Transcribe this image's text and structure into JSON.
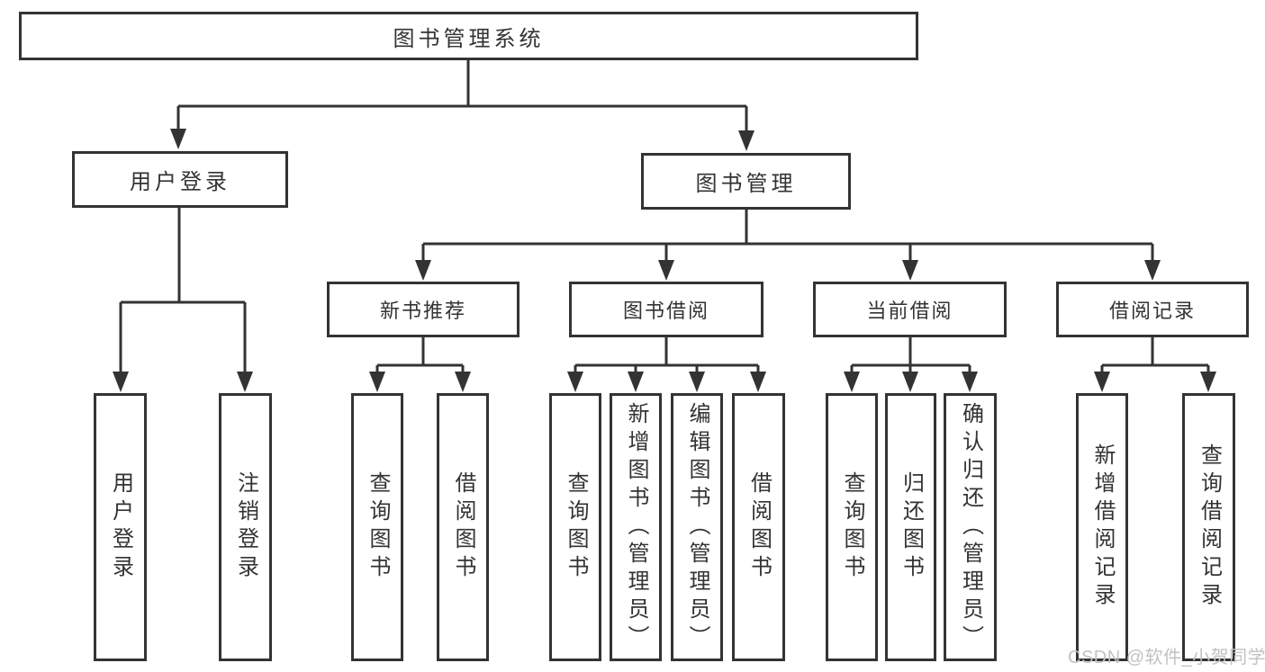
{
  "diagram": {
    "root": {
      "label": "图书管理系统"
    },
    "level2": {
      "user_login": {
        "label": "用户登录"
      },
      "book_management": {
        "label": "图书管理"
      }
    },
    "level3": {
      "new_book_recommend": {
        "label": "新书推荐"
      },
      "book_borrowing": {
        "label": "图书借阅"
      },
      "current_borrowing": {
        "label": "当前借阅"
      },
      "borrowing_records": {
        "label": "借阅记录"
      }
    },
    "leaves": {
      "user_login": {
        "label": "用户登录"
      },
      "logout": {
        "label": "注销登录"
      },
      "recommend_query_books": {
        "label": "查询图书"
      },
      "recommend_borrow_books": {
        "label": "借阅图书"
      },
      "borrowing_query_books": {
        "label": "查询图书"
      },
      "borrowing_add_books": {
        "label": "新增图书（管理员）"
      },
      "borrowing_edit_books": {
        "label": "编辑图书（管理员）"
      },
      "borrowing_borrow_books": {
        "label": "借阅图书"
      },
      "current_query_books": {
        "label": "查询图书"
      },
      "current_return_books": {
        "label": "归还图书"
      },
      "current_confirm_return": {
        "label": "确认归还（管理员）"
      },
      "records_add_record": {
        "label": "新增借阅记录"
      },
      "records_query_record": {
        "label": "查询借阅记录"
      }
    }
  },
  "watermark": {
    "text": "CSDN @软件_小贺同学"
  },
  "colors": {
    "line": "#333333",
    "box_border": "#333333",
    "text": "#333333",
    "background": "#ffffff",
    "watermark": "#c2c2c2"
  }
}
